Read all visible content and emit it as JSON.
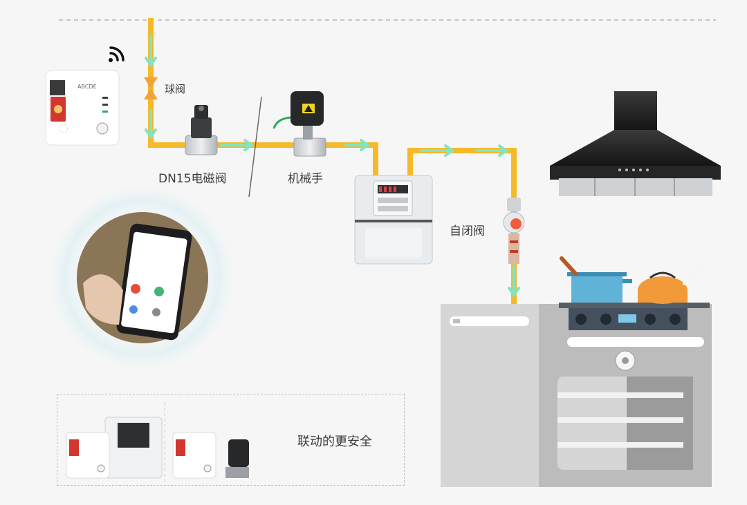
{
  "labels": {
    "ball_valve": "球阀",
    "solenoid_valve": "DN15电磁阀",
    "manipulator": "机械手",
    "self_closing_valve": "自闭阀",
    "linkage_safety": "联动的更安全"
  },
  "colors": {
    "pipe": "#f5b92a",
    "flow_arrow": "#7ee6c7",
    "valve_orange": "#f0a336",
    "hood_dark": "#2a2a2a",
    "cabinet": "#d6d6d6",
    "stove_top": "#44505e",
    "meter_body": "#e9ecef"
  },
  "icons": {
    "wifi": "wifi-icon",
    "detector": "gas-detector-icon",
    "phone": "smartphone-app-icon",
    "hood": "range-hood-icon",
    "pot": "pot-icon",
    "kettle": "kettle-icon",
    "meter": "gas-meter-icon"
  }
}
